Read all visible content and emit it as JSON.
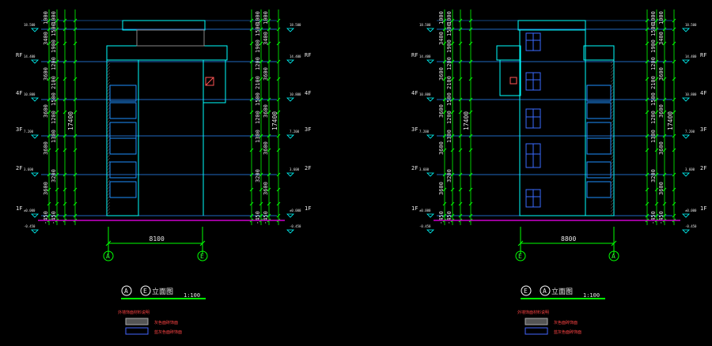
{
  "colors": {
    "background": "#000000",
    "dimension": "#00ff00",
    "grid_line": "#00ffff",
    "building_outline": "#00ffff",
    "window": "#3a6bff",
    "ground": "#cc00cc",
    "text": "#ffffff",
    "level_marker": "#00ffff",
    "floor_line": "#2a8cff"
  },
  "drawings": [
    {
      "id": "left",
      "title_axis_a": "A",
      "title_axis_b": "E",
      "title_text": "立面图",
      "scale": "1:100",
      "overall_width": "8100",
      "axis_left": "A",
      "axis_right": "E",
      "floor_labels": [
        "RF",
        "4F",
        "3F",
        "2F",
        "1F"
      ],
      "level_values": [
        "18.500",
        "14.400",
        "10.800",
        "7.200",
        "3.600",
        "±0.000",
        "-0.450"
      ],
      "left_dims_outer": [
        "1000",
        "3400",
        "3600",
        "3600",
        "3600",
        "3600",
        "-450"
      ],
      "left_dims_inner": [
        "1000",
        "1500",
        "1900",
        "1200",
        "2100",
        "1500",
        "1200",
        "1300",
        "3200",
        "-450"
      ],
      "left_total": "17400",
      "right_dims_inner": [
        "1000",
        "1500",
        "1900",
        "1200",
        "2100",
        "1500",
        "1200",
        "1300",
        "3200",
        "-450"
      ],
      "right_dims_outer": [
        "1000",
        "3400",
        "3600",
        "3600",
        "3600",
        "3600",
        "-450"
      ],
      "right_total": "17400",
      "legend": {
        "heading": "外墙饰面材料说明",
        "items": [
          "灰色面砖饰面",
          "蓝灰色面砖饰面"
        ]
      }
    },
    {
      "id": "right",
      "title_axis_a": "E",
      "title_axis_b": "A",
      "title_text": "立面图",
      "scale": "1:100",
      "overall_width": "8800",
      "axis_left": "E",
      "axis_right": "A",
      "floor_labels": [
        "RF",
        "4F",
        "3F",
        "2F",
        "1F"
      ],
      "level_values": [
        "18.500",
        "14.400",
        "10.800",
        "7.200",
        "3.600",
        "±0.000",
        "-0.450"
      ],
      "left_dims_outer": [
        "1000",
        "3400",
        "3600",
        "3600",
        "3600",
        "3600",
        "-450"
      ],
      "left_dims_inner": [
        "1000",
        "1500",
        "1900",
        "1200",
        "2100",
        "1500",
        "1200",
        "1300",
        "3200",
        "-450"
      ],
      "left_total": "17400",
      "right_dims_inner": [
        "1000",
        "1500",
        "1900",
        "1200",
        "2100",
        "1500",
        "1200",
        "1300",
        "3200",
        "-450"
      ],
      "right_dims_outer": [
        "1000",
        "3400",
        "3600",
        "3600",
        "3600",
        "3600",
        "-450"
      ],
      "right_total": "17400",
      "legend": {
        "heading": "外墙饰面材料说明",
        "items": [
          "灰色面砖饰面",
          "蓝灰色面砖饰面"
        ]
      }
    }
  ]
}
